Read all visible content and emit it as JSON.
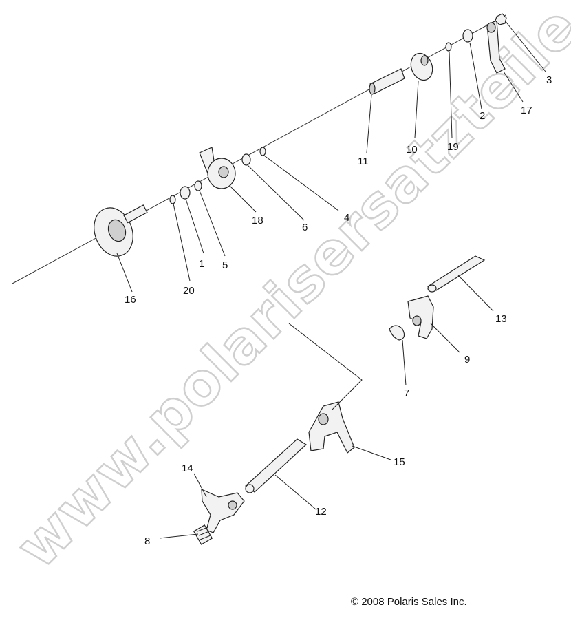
{
  "diagram": {
    "callouts": [
      {
        "id": "c1",
        "label": "1"
      },
      {
        "id": "c2",
        "label": "2"
      },
      {
        "id": "c3",
        "label": "3"
      },
      {
        "id": "c4",
        "label": "4"
      },
      {
        "id": "c5",
        "label": "5"
      },
      {
        "id": "c6",
        "label": "6"
      },
      {
        "id": "c7",
        "label": "7"
      },
      {
        "id": "c8",
        "label": "8"
      },
      {
        "id": "c9",
        "label": "9"
      },
      {
        "id": "c10",
        "label": "10"
      },
      {
        "id": "c11",
        "label": "11"
      },
      {
        "id": "c12",
        "label": "12"
      },
      {
        "id": "c13",
        "label": "13"
      },
      {
        "id": "c14",
        "label": "14"
      },
      {
        "id": "c15",
        "label": "15"
      },
      {
        "id": "c16",
        "label": "16"
      },
      {
        "id": "c17",
        "label": "17"
      },
      {
        "id": "c18",
        "label": "18"
      },
      {
        "id": "c19",
        "label": "19"
      },
      {
        "id": "c20",
        "label": "20"
      }
    ],
    "copyright": "© 2008 Polaris Sales Inc.",
    "watermark": "www.polarisersatzteile.de"
  }
}
